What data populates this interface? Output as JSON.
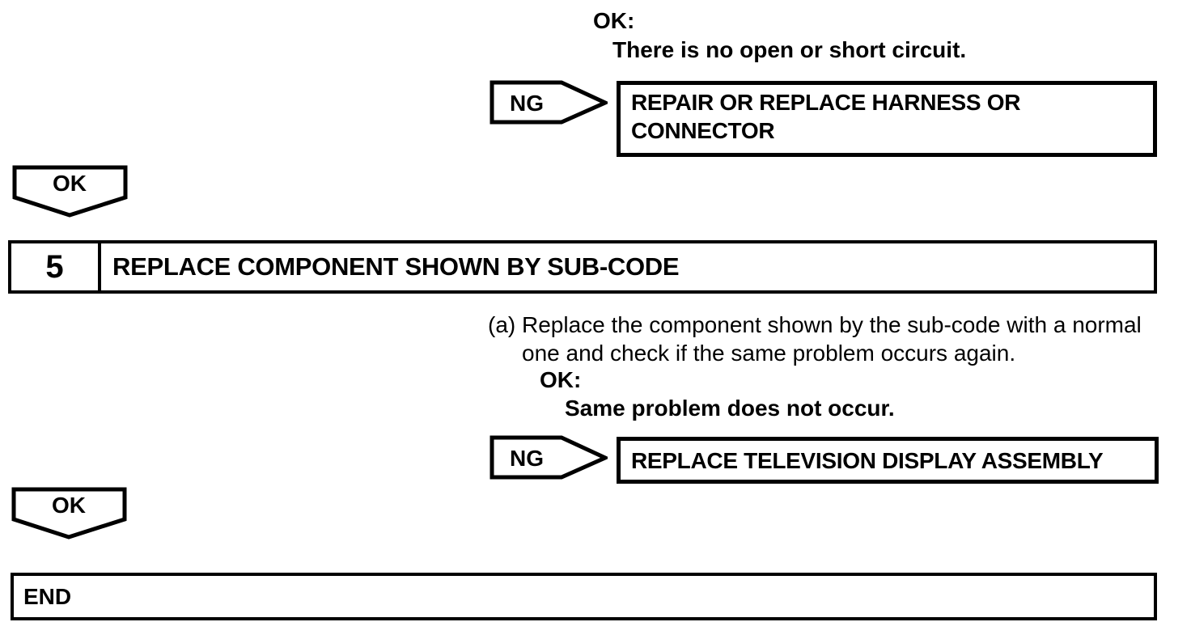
{
  "colors": {
    "background": "#ffffff",
    "line": "#000000"
  },
  "flowchart": {
    "prior_step_result": {
      "label": "OK:",
      "condition": "There is no open or short circuit."
    },
    "ng_branch_1": {
      "badge": "NG",
      "action": "REPAIR OR REPLACE HARNESS OR CONNECTOR"
    },
    "ok_connector_1": {
      "badge": "OK"
    },
    "step": {
      "number": "5",
      "title": "REPLACE COMPONENT SHOWN BY SUB-CODE"
    },
    "step_detail": {
      "item_marker": "(a)",
      "item_text": "Replace the component shown by the sub-code with a normal one and check if the same problem occurs again.",
      "result_label": "OK:",
      "result_condition": "Same problem does not occur."
    },
    "ng_branch_2": {
      "badge": "NG",
      "action": "REPLACE TELEVISION DISPLAY ASSEMBLY"
    },
    "ok_connector_2": {
      "badge": "OK"
    },
    "terminator": {
      "label": "END"
    }
  }
}
